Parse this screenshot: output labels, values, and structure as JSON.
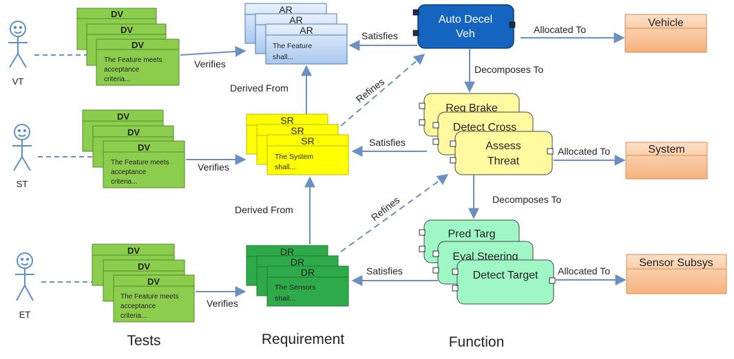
{
  "actors": {
    "vt": "VT",
    "st": "ST",
    "et": "ET"
  },
  "tests": {
    "tag": "DV",
    "text_line1": "The Feature meets",
    "text_line2": "acceptance",
    "text_line3": "criteria..."
  },
  "requirements": {
    "ar": {
      "tag": "AR",
      "line1": "The Feature",
      "line2": "shall..."
    },
    "sr": {
      "tag": "SR",
      "line1": "The System",
      "line2": "shall..."
    },
    "dr": {
      "tag": "DR",
      "line1": "The Sensors",
      "line2": "shall..."
    }
  },
  "functions": {
    "auto_decel_line1": "Auto Decel",
    "auto_decel_line2": "Veh",
    "req_brake": "Req Brake",
    "detect_cross": "Detect Cross",
    "assess_line1": "Assess",
    "assess_line2": "Threat",
    "pred_targ": "Pred Targ",
    "eval_steering": "Eval Steering",
    "detect_target": "Detect Target"
  },
  "allocations": {
    "vehicle": "Vehicle",
    "system": "System",
    "sensor_subsys": "Sensor Subsys"
  },
  "relations": {
    "verifies": "Verifies",
    "satisfies": "Satisfies",
    "derived_from": "Derived From",
    "refines": "Refines",
    "allocated_to": "Allocated To",
    "decomposes_to": "Decomposes To"
  },
  "columns": {
    "tests": "Tests",
    "requirement": "Requirement",
    "function": "Function"
  },
  "colors": {
    "test_fill": "#8ccd4e",
    "ar_fill": "#c6dcf5",
    "sr_fill": "#ffff00",
    "dr_fill": "#2eaa4a",
    "auto_fill": "#1565c0",
    "yellow_func": "#fffaa0",
    "green_func": "#9ef7c4",
    "alloc_fill": "#f8c49a",
    "arrow": "#6a8fc0"
  }
}
